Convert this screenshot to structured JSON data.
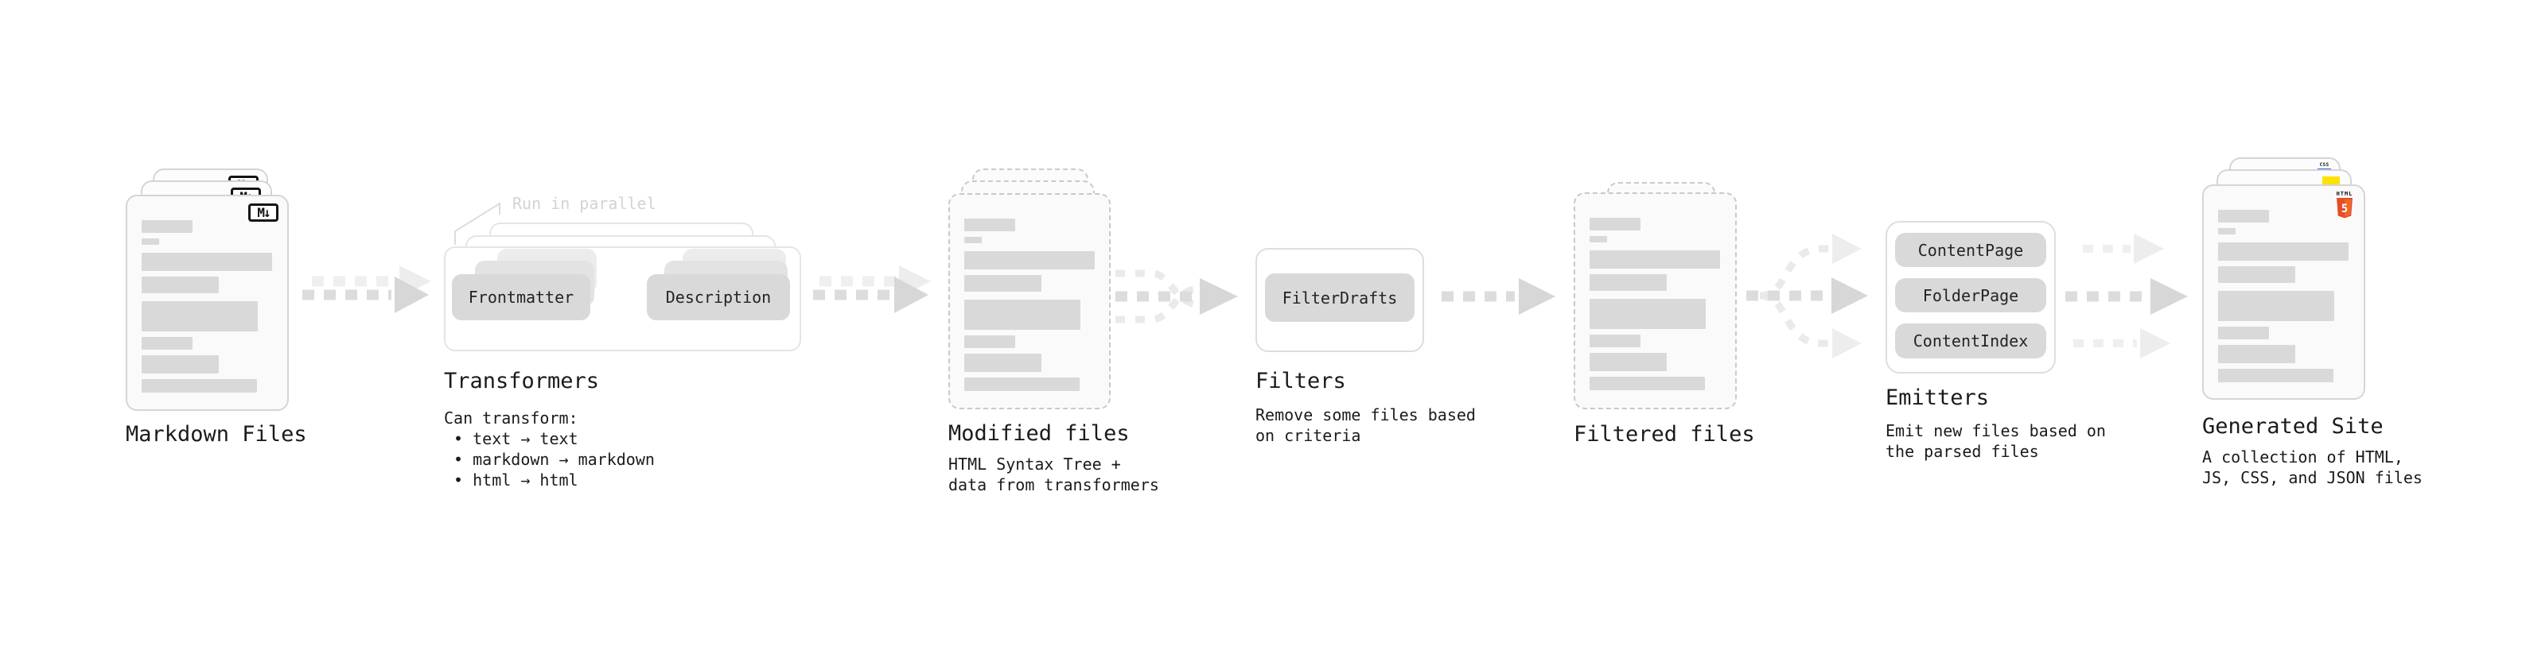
{
  "nodes": {
    "markdown_files": {
      "title": "Markdown Files"
    },
    "transformers": {
      "title": "Transformers",
      "annotation": "Run in parallel",
      "source_pill": "Frontmatter",
      "target_pill": "Description",
      "description": "Can transform:\n • text → text\n • markdown → markdown\n • html → html"
    },
    "modified_files": {
      "title": "Modified files",
      "description": "HTML Syntax Tree +\ndata from transformers"
    },
    "filters": {
      "title": "Filters",
      "pill": "FilterDrafts",
      "description": "Remove some files based\non criteria"
    },
    "filtered_files": {
      "title": "Filtered files"
    },
    "emitters": {
      "title": "Emitters",
      "pills": [
        "ContentPage",
        "FolderPage",
        "ContentIndex"
      ],
      "description": "Emit new files based on\nthe parsed files"
    },
    "generated_site": {
      "title": "Generated Site",
      "description": "A collection of HTML,\nJS, CSS, and JSON files"
    }
  },
  "icons": {
    "markdown_glyph": "M↓",
    "html5_label": "HTML",
    "html5_digit": "5",
    "css_label": "CSS"
  },
  "colors": {
    "accent_orange": "#e44d26",
    "accent_yellow": "#ffe100",
    "accent_blue": "#2b6cf0",
    "bar_gray": "#d9d9d9"
  }
}
